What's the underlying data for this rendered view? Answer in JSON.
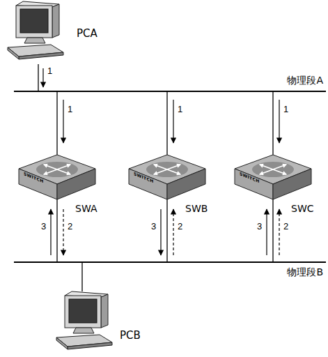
{
  "diagram": {
    "nodes": [
      {
        "text": [
          "PCA"
        ]
      },
      {
        "text": [
          "物理段A"
        ]
      },
      {
        "text": [
          "SWITCH",
          "SWA"
        ]
      },
      {
        "text": [
          "SWITCH",
          "SWB"
        ]
      },
      {
        "text": [
          "SWITCH",
          "SWC"
        ]
      },
      {
        "text": [
          "物理段B"
        ]
      },
      {
        "text": [
          "PCB"
        ]
      }
    ],
    "edges": [
      {
        "from": 0,
        "to": 1,
        "arrow": "none"
      },
      {
        "from": 1,
        "to": 2,
        "arrow": "none"
      },
      {
        "from": 1,
        "to": 3,
        "arrow": "none"
      },
      {
        "from": 1,
        "to": 4,
        "arrow": "none"
      },
      {
        "from": 2,
        "to": 5,
        "arrow": "none"
      },
      {
        "from": 3,
        "to": 5,
        "arrow": "none"
      },
      {
        "from": 4,
        "to": 5,
        "arrow": "none"
      },
      {
        "from": 5,
        "to": 6,
        "arrow": "none"
      }
    ],
    "labels": [
      "1",
      "1",
      "1",
      "1",
      "3",
      "2",
      "3",
      "2",
      "3",
      "2"
    ]
  }
}
